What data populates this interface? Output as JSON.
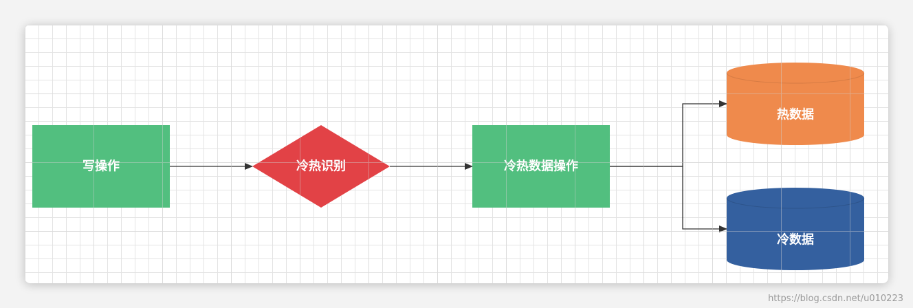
{
  "nodes": {
    "write": {
      "label": "写操作",
      "color": "#52bf7f"
    },
    "detect": {
      "label": "冷热识别",
      "color": "#e24246"
    },
    "operate": {
      "label": "冷热数据操作",
      "color": "#52bf7f"
    },
    "hot": {
      "label": "热数据",
      "color": "#ef8a4c"
    },
    "cold": {
      "label": "冷数据",
      "color": "#34609f"
    }
  },
  "edge_color": "#333333",
  "watermark": "https://blog.csdn.net/u010223"
}
